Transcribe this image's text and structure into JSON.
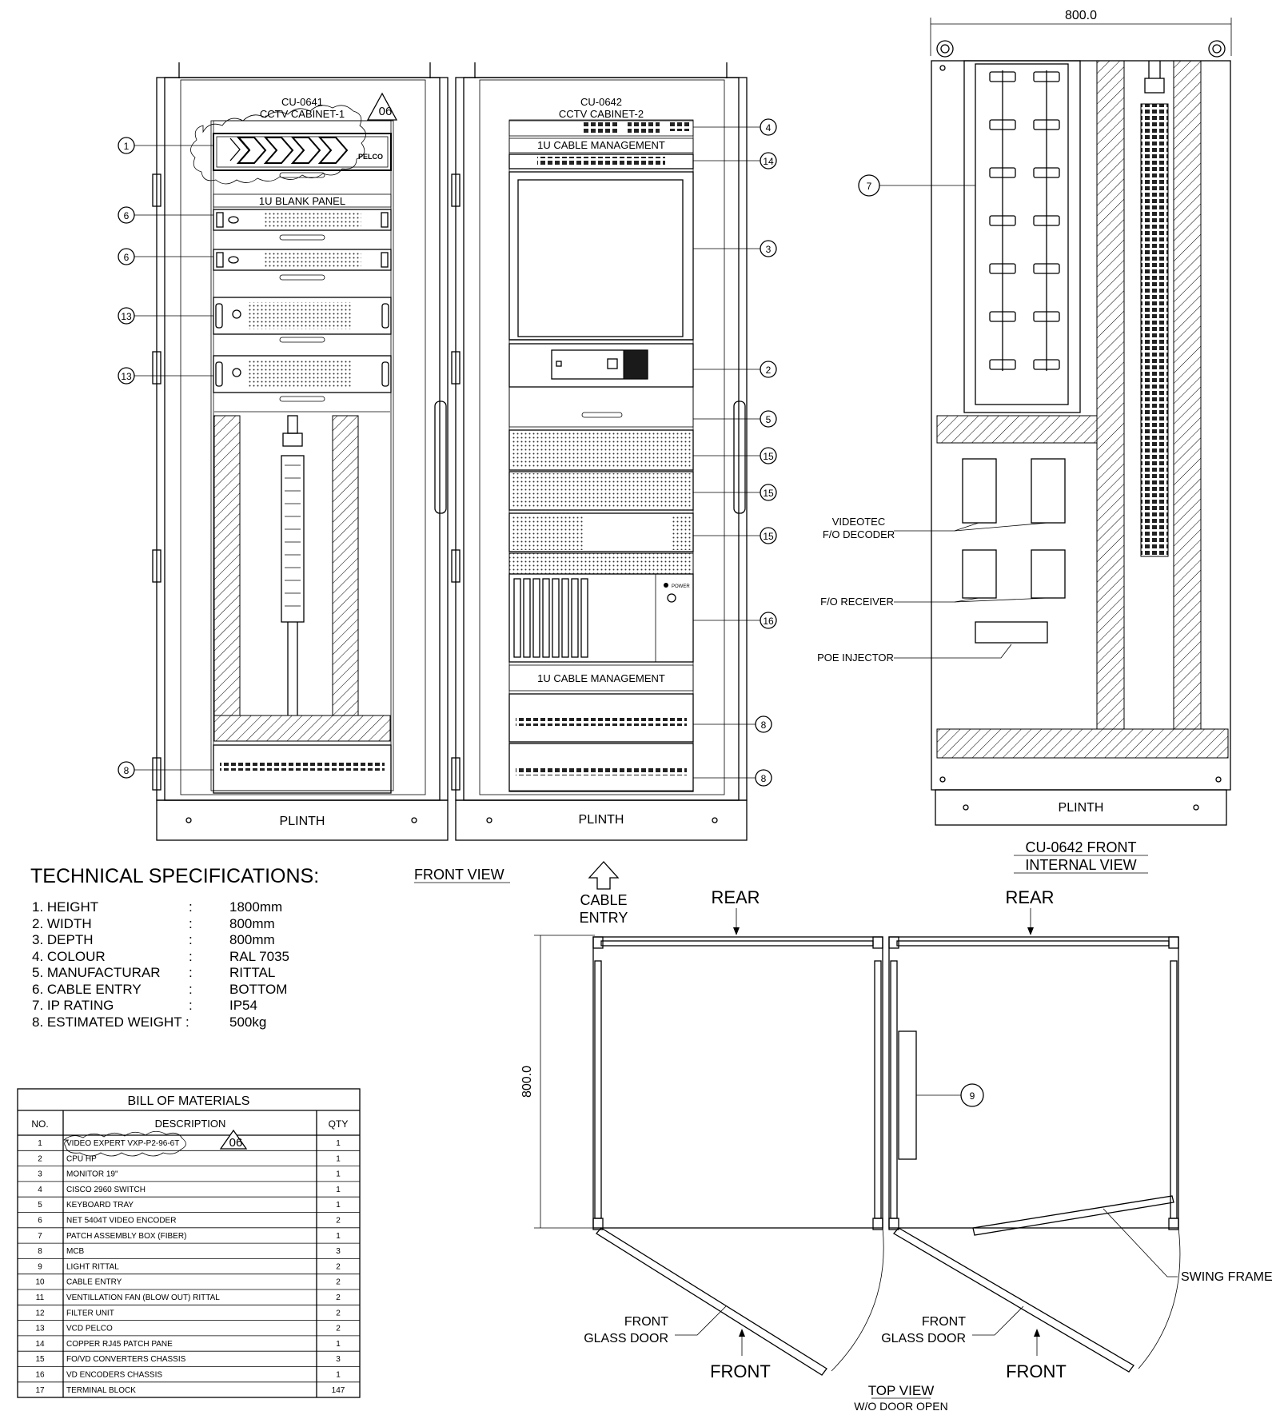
{
  "cabinet1": {
    "tag": "CU-0641",
    "name": "CCTV CABINET-1",
    "revision": "06",
    "blank_panel": "1U BLANK PANEL",
    "plinth": "PLINTH",
    "device_logo": "PELCO"
  },
  "cabinet2": {
    "tag": "CU-0642",
    "name": "CCTV CABINET-2",
    "cable_mgmt_top": "1U CABLE MANAGEMENT",
    "cable_mgmt_bottom": "1U CABLE MANAGEMENT",
    "plinth": "PLINTH",
    "power_label": "POWER"
  },
  "callouts": {
    "cab1": [
      "1",
      "6",
      "6",
      "13",
      "13",
      "8"
    ],
    "cab2": [
      "4",
      "14",
      "3",
      "2",
      "5",
      "15",
      "15",
      "15",
      "16",
      "8",
      "8"
    ],
    "internal": "7",
    "top": "9"
  },
  "internal_view": {
    "width_dim": "800.0",
    "plinth": "PLINTH",
    "title_line1": "CU-0642 FRONT",
    "title_line2": "INTERNAL VIEW",
    "labels": {
      "decoder1": "VIDEOTEC",
      "decoder2": "F/O DECODER",
      "receiver": "F/O RECEIVER",
      "poe": "POE INJECTOR"
    }
  },
  "front_view_title": "FRONT VIEW",
  "cable_entry": {
    "line1": "CABLE",
    "line2": "ENTRY"
  },
  "tech_specs": {
    "title": "TECHNICAL SPECIFICATIONS:",
    "items": [
      {
        "label": "1.  HEIGHT",
        "value": "1800mm"
      },
      {
        "label": "2.  WIDTH",
        "value": "800mm"
      },
      {
        "label": "3.  DEPTH",
        "value": "800mm"
      },
      {
        "label": "4.  COLOUR",
        "value": "RAL 7035"
      },
      {
        "label": "5. MANUFACTURAR",
        "value": "RITTAL"
      },
      {
        "label": "6. CABLE ENTRY",
        "value": "BOTTOM"
      },
      {
        "label": "7. IP RATING",
        "value": "IP54"
      },
      {
        "label": "8. ESTIMATED WEIGHT :",
        "value": "500kg"
      }
    ]
  },
  "bom": {
    "title": "BILL  OF  MATERIALS",
    "headers": {
      "no": "NO.",
      "desc": "DESCRIPTION",
      "qty": "QTY"
    },
    "revision": "06",
    "rows": [
      {
        "no": "1",
        "desc": "VIDEO  EXPERT  VXP-P2-96-6T",
        "qty": "1"
      },
      {
        "no": "2",
        "desc": "CPU  HP",
        "qty": "1"
      },
      {
        "no": "3",
        "desc": "MONITOR  19\"",
        "qty": "1"
      },
      {
        "no": "4",
        "desc": "CISCO  2960  SWITCH",
        "qty": "1"
      },
      {
        "no": "5",
        "desc": "KEYBOARD  TRAY",
        "qty": "1"
      },
      {
        "no": "6",
        "desc": "NET  5404T  VIDEO  ENCODER",
        "qty": "2"
      },
      {
        "no": "7",
        "desc": "PATCH  ASSEMBLY  BOX  (FIBER)",
        "qty": "1"
      },
      {
        "no": "8",
        "desc": "MCB",
        "qty": "3"
      },
      {
        "no": "9",
        "desc": "LIGHT  RITTAL",
        "qty": "2"
      },
      {
        "no": "10",
        "desc": "CABLE  ENTRY",
        "qty": "2"
      },
      {
        "no": "11",
        "desc": "VENTILLATION  FAN  (BLOW  OUT)  RITTAL",
        "qty": "2"
      },
      {
        "no": "12",
        "desc": "FILTER  UNIT",
        "qty": "2"
      },
      {
        "no": "13",
        "desc": "VCD  PELCO",
        "qty": "2"
      },
      {
        "no": "14",
        "desc": "COPPER  RJ45  PATCH  PANE",
        "qty": "1"
      },
      {
        "no": "15",
        "desc": "FO/VD  CONVERTERS  CHASSIS",
        "qty": "3"
      },
      {
        "no": "16",
        "desc": "VD  ENCODERS  CHASSIS",
        "qty": "1"
      },
      {
        "no": "17",
        "desc": "TERMINAL  BLOCK",
        "qty": "147"
      }
    ]
  },
  "top_view": {
    "rear": "REAR",
    "front": "FRONT",
    "depth_dim": "800.0",
    "door_line1": "FRONT",
    "door_line2": "GLASS  DOOR",
    "swing_frame": "SWING  FRAME",
    "title": "TOP VIEW",
    "subtitle": "W/O DOOR OPEN"
  }
}
